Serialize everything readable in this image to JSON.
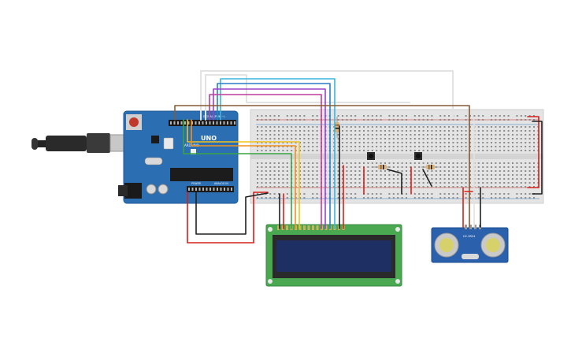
{
  "arduino": {
    "board_name": "UNO",
    "brand_label": "ARDUINO",
    "digital_label": "DIGITAL (PWM ~)",
    "power_label": "POWER",
    "analog_label": "ANALOG IN"
  },
  "lcd": {
    "pin_count": 16
  },
  "ultrasonic": {
    "module_label": "HC-SR04"
  },
  "colors": {
    "board": "#2b6fb2",
    "breadboard": "#e4e4e4",
    "lcd_pcb": "#4aa851",
    "lcd_screen": "#1e2f63",
    "sensor_pcb": "#2b60ac",
    "wire_red": "#d6201a",
    "wire_black": "#202020",
    "wire_brown": "#8a5a32",
    "wire_yellow": "#f0c419",
    "wire_green": "#3aa344",
    "wire_orange": "#f0921e",
    "wire_cyan": "#38b6de",
    "wire_blue": "#2a7fc6",
    "wire_purple": "#9b43c7",
    "wire_magenta": "#c13b9e",
    "wire_white": "#e2e2e2"
  }
}
